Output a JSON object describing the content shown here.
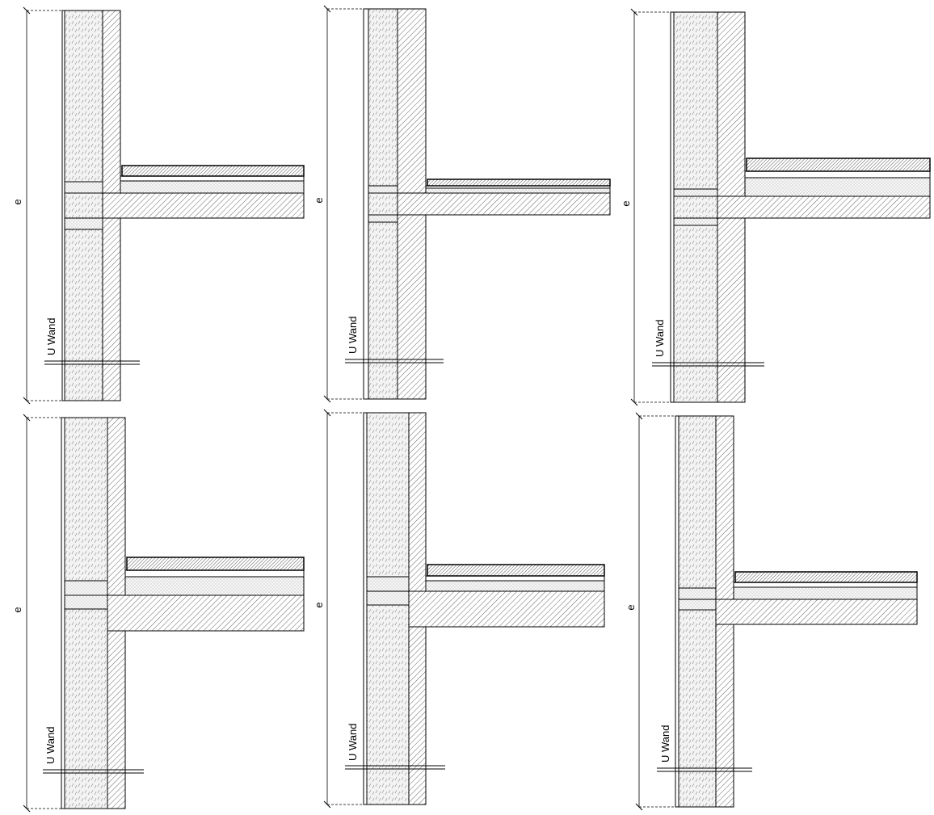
{
  "details": [
    {
      "dimension_label": "e",
      "wall_label": "U Wand"
    },
    {
      "dimension_label": "e",
      "wall_label": "U Wand"
    },
    {
      "dimension_label": "e",
      "wall_label": "U Wand"
    },
    {
      "dimension_label": "e",
      "wall_label": "U Wand"
    },
    {
      "dimension_label": "e",
      "wall_label": "U Wand"
    },
    {
      "dimension_label": "e",
      "wall_label": "U Wand"
    }
  ]
}
